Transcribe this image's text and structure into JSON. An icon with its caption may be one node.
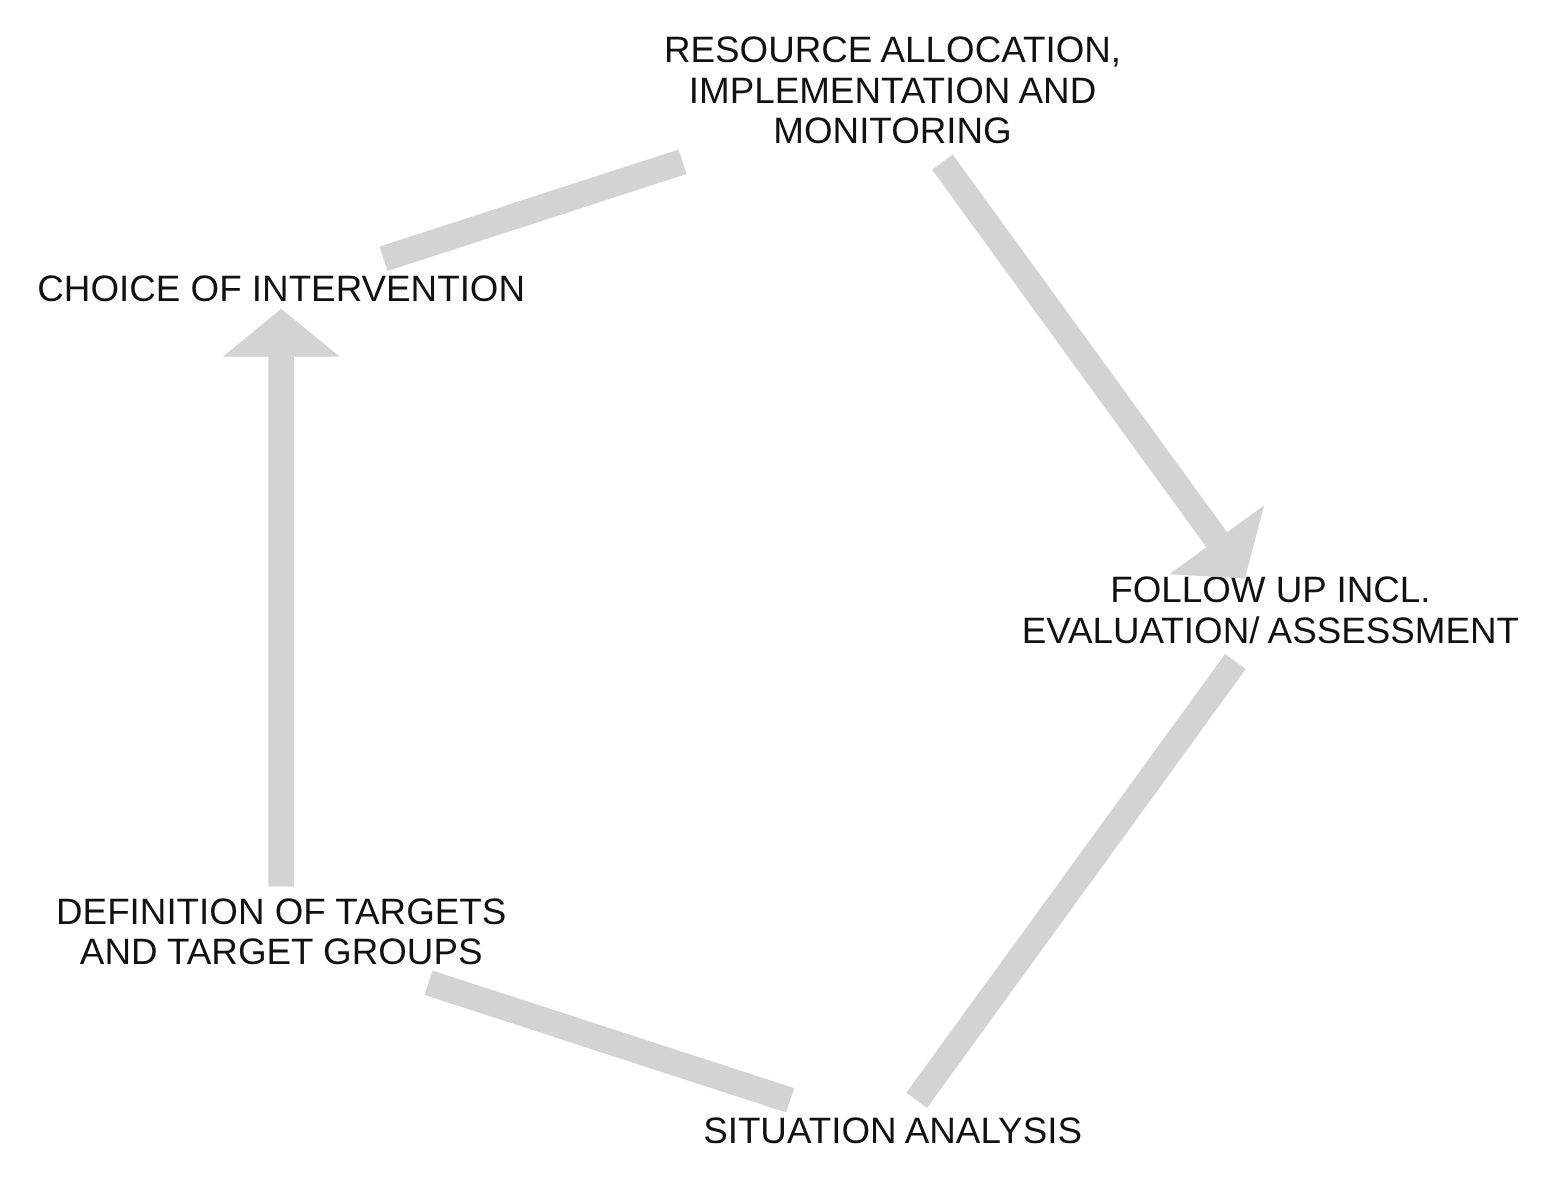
{
  "diagram": {
    "nodes": [
      {
        "text": [
          "SITUATION ANALYSIS"
        ]
      },
      {
        "text": [
          "DEFINITION OF TARGETS AND TARGET GROUPS"
        ]
      },
      {
        "text": [
          "CHOICE OF INTERVENTION"
        ]
      },
      {
        "text": [
          "RESOURCE ALLOCATION, IMPLEMENTATION AND MONITORING"
        ]
      },
      {
        "text": [
          "FOLLOW UP INCL. EVALUATION/ ASSESSMENT"
        ]
      }
    ],
    "edges": [
      {
        "from": 0,
        "to": 1,
        "arrow": "none"
      },
      {
        "from": 1,
        "to": 2,
        "arrow": "to"
      },
      {
        "from": 2,
        "to": 3,
        "arrow": "none"
      },
      {
        "from": 3,
        "to": 4,
        "arrow": "to"
      },
      {
        "from": 4,
        "to": 0,
        "arrow": "none"
      }
    ]
  }
}
